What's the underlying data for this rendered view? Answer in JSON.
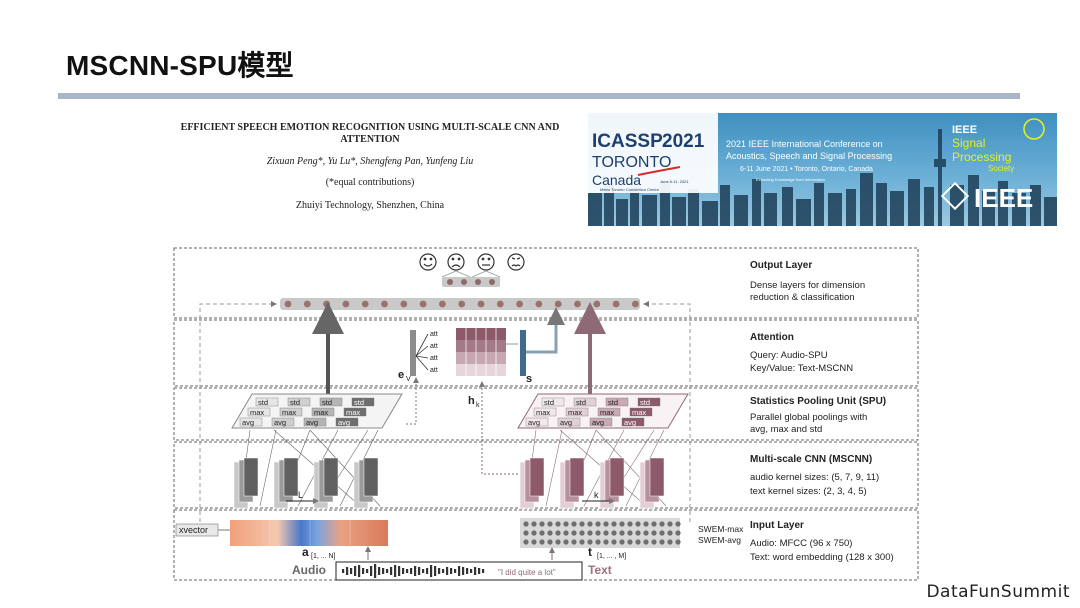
{
  "slide": {
    "title": "MSCNN-SPU模型",
    "footer": "DataFunSummit"
  },
  "paper": {
    "title": "EFFICIENT SPEECH EMOTION RECOGNITION USING MULTI-SCALE CNN AND ATTENTION",
    "authors": "Zixuan Peng*, Yu Lu*, Shengfeng Pan, Yunfeng Liu",
    "equal": "(*equal contributions)",
    "affiliation": "Zhuiyi Technology, Shenzhen, China"
  },
  "banner": {
    "icassp": "ICASSP",
    "year": "2021",
    "city1": "TORONTO",
    "city2": "Canada",
    "dates_small": "June 6-11, 2021",
    "venue": "Metro Toronto Convention Centre",
    "conf_line1": "2021 IEEE International Conference on",
    "conf_line2": "Acoustics, Speech and Signal Processing",
    "conf_line3": "6-11 June 2021 • Toronto, Ontario, Canada",
    "conf_line4": "Extracting Knowledge from Information",
    "sps1": "IEEE",
    "sps2": "Signal",
    "sps3": "Processing",
    "sps4": "Society",
    "ieee": "IEEE"
  },
  "diagram": {
    "layers": [
      {
        "name": "Output Layer",
        "desc1": "Dense layers for dimension",
        "desc2": "reduction & classification"
      },
      {
        "name": "Attention",
        "desc1": "Query: Audio-SPU",
        "desc2": "Key/Value: Text-MSCNN"
      },
      {
        "name": "Statistics Pooling Unit (SPU)",
        "desc1": "Parallel global poolings with",
        "desc2": "avg, max and std"
      },
      {
        "name": "Multi-scale CNN (MSCNN)",
        "desc1": "audio kernel sizes: (5, 7, 9, 11)",
        "desc2": "text kernel sizes: (2, 3, 4, 5)"
      },
      {
        "name": "Input Layer",
        "desc1": "Audio: MFCC   (96 x 750)",
        "desc2": "Text: word embedding (128 x 300)"
      }
    ],
    "att_label": "att",
    "ev_label": "e",
    "ev_sub": "V",
    "s_label": "s",
    "hk_label": "h",
    "hk_sub": "k",
    "std": "std",
    "max": "max",
    "avg": "avg",
    "L_label": "L",
    "k_label": "k",
    "xvector": "xvector",
    "swem_max": "SWEM-max",
    "swem_avg": "SWEM-avg",
    "a_label": "a",
    "a_sub": "[1, ... N]",
    "t_label": "t",
    "t_sub": "[1, ... , M]",
    "audio": "Audio",
    "text": "Text",
    "quote": "\"I did quite a lot\""
  }
}
